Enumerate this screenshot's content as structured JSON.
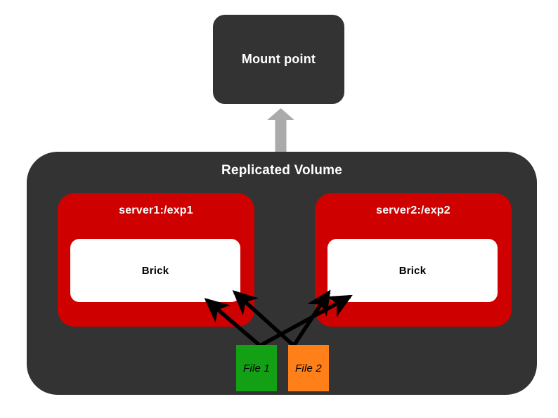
{
  "diagram": {
    "title_node": {
      "label": "Mount point",
      "color": "#333333"
    },
    "connector": {
      "name": "mount-arrow",
      "direction": "up",
      "color": "#aaaaaa"
    },
    "volume": {
      "label": "Replicated Volume",
      "color": "#333333",
      "servers": [
        {
          "label": "server1:/exp1",
          "color": "#cf0000",
          "brick_label": "Brick",
          "brick_color": "#ffffff"
        },
        {
          "label": "server2:/exp2",
          "color": "#cf0000",
          "brick_label": "Brick",
          "brick_color": "#ffffff"
        }
      ],
      "files": [
        {
          "label": "File 1",
          "color": "#14a014"
        },
        {
          "label": "File 2",
          "color": "#ff7f18"
        }
      ],
      "replication_arrows": {
        "color": "#000000",
        "count": 4,
        "description": "File 1 and File 2 each replicate to both bricks"
      }
    }
  }
}
